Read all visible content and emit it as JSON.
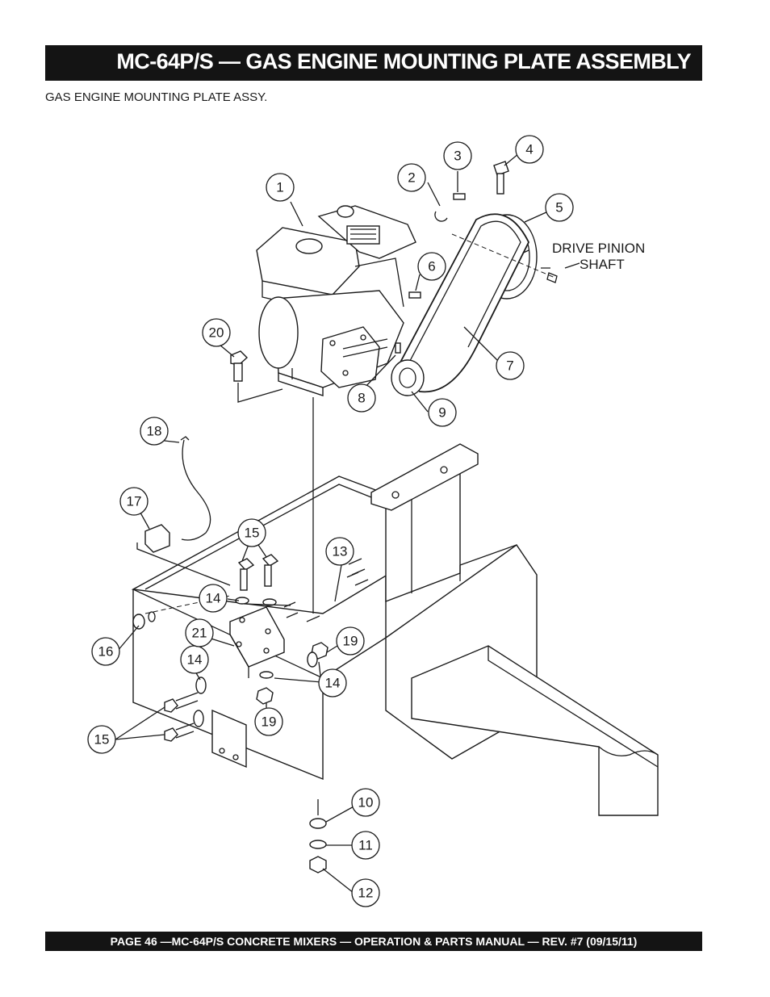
{
  "header": {
    "title": "MC-64P/S — GAS ENGINE MOUNTING PLATE ASSEMBLY"
  },
  "subtitle": "GAS ENGINE MOUNTING PLATE ASSY.",
  "diagram": {
    "note_line1": "DRIVE PINION",
    "note_line2": "SHAFT",
    "callouts": [
      "1",
      "2",
      "3",
      "4",
      "5",
      "6",
      "7",
      "8",
      "9",
      "10",
      "11",
      "12",
      "13",
      "14",
      "14",
      "14",
      "15",
      "15",
      "16",
      "17",
      "18",
      "19",
      "19",
      "20",
      "21"
    ]
  },
  "footer": {
    "text": "PAGE 46 —MC-64P/S CONCRETE MIXERS —  OPERATION & PARTS MANUAL — REV. #7 (09/15/11)"
  }
}
